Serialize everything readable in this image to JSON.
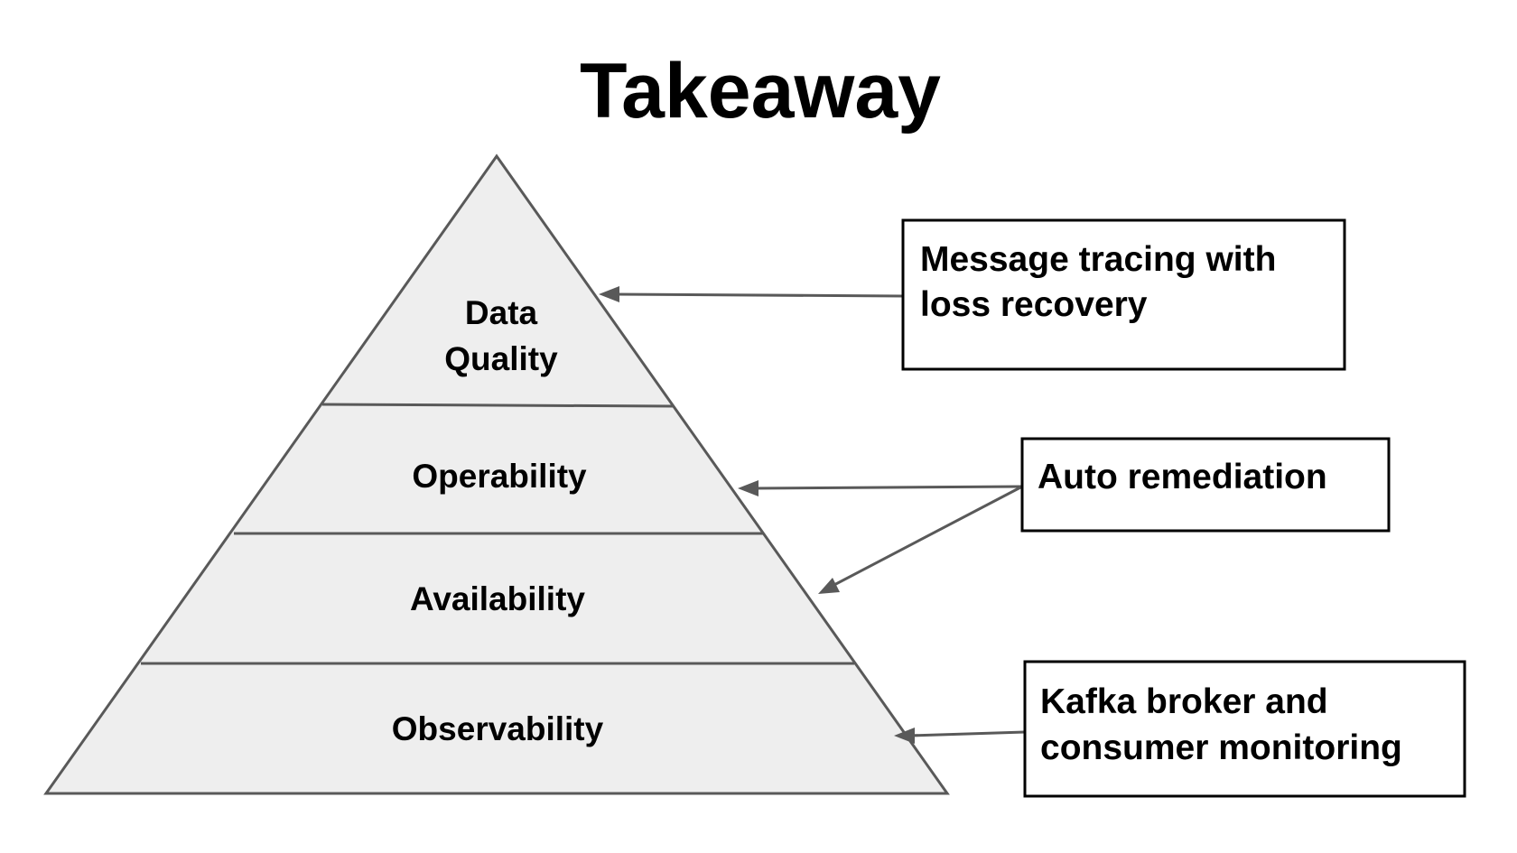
{
  "title": "Takeaway",
  "pyramid": {
    "tiers": [
      {
        "id": "data-quality",
        "lines": [
          "Data",
          "Quality"
        ]
      },
      {
        "id": "operability",
        "lines": [
          "Operability"
        ]
      },
      {
        "id": "availability",
        "lines": [
          "Availability"
        ]
      },
      {
        "id": "observability",
        "lines": [
          "Observability"
        ]
      }
    ]
  },
  "callouts": [
    {
      "id": "message-tracing",
      "lines": [
        "Message tracing with",
        "loss recovery"
      ],
      "targets": [
        "data-quality"
      ]
    },
    {
      "id": "auto-remediation",
      "lines": [
        "Auto remediation"
      ],
      "targets": [
        "operability",
        "availability"
      ]
    },
    {
      "id": "kafka-monitoring",
      "lines": [
        "Kafka broker and",
        "consumer monitoring"
      ],
      "targets": [
        "observability"
      ]
    }
  ],
  "colors": {
    "tier_fill": "#eeeeee",
    "tier_stroke": "#595959",
    "box_stroke": "#000000",
    "arrow": "#595959",
    "text": "#000000"
  }
}
